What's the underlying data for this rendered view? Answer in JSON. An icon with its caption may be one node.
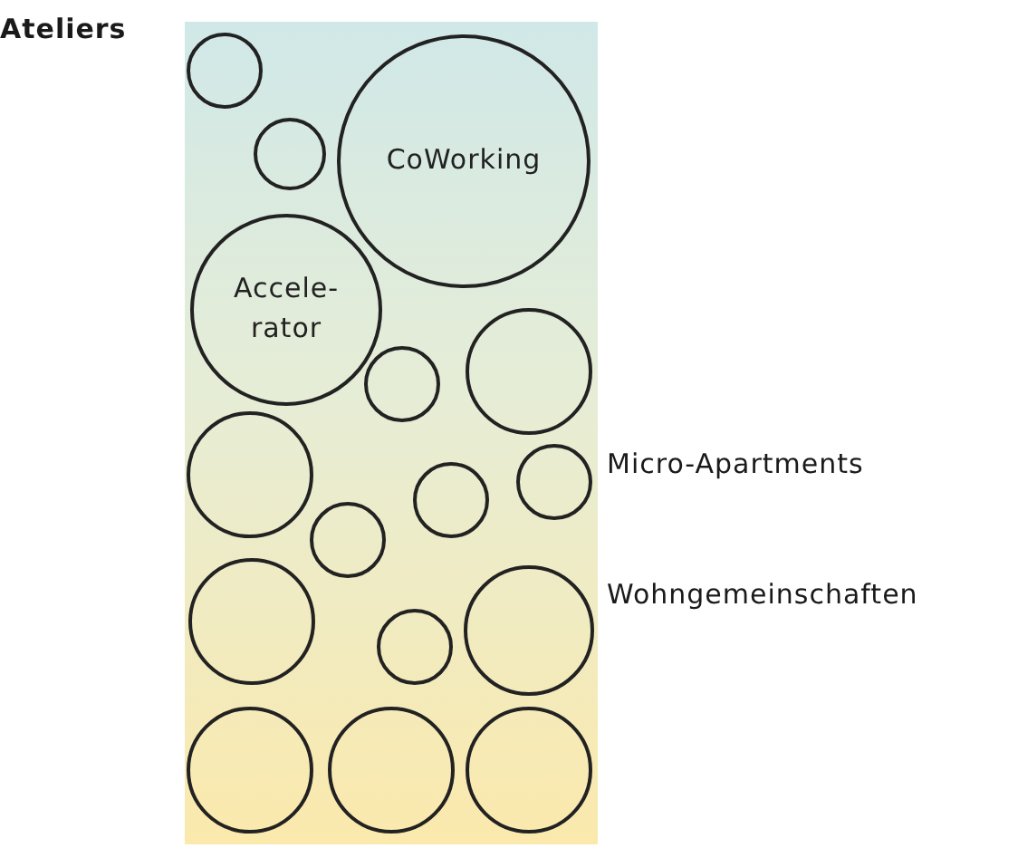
{
  "diagram": {
    "nodes": [
      {
        "text": [],
        "shape": "box"
      },
      {
        "text": [],
        "shape": "circle",
        "in": 0
      },
      {
        "text": [],
        "shape": "circle",
        "in": 0
      },
      {
        "text": [
          "CoWorking"
        ],
        "in": 0
      },
      {
        "text": [
          "Accele- rator"
        ],
        "in": 0
      },
      {
        "text": [],
        "shape": "circle",
        "in": 0
      },
      {
        "text": [],
        "shape": "circle",
        "in": 0
      },
      {
        "text": [],
        "shape": "circle",
        "in": 0
      },
      {
        "text": [],
        "shape": "circle",
        "in": 0
      },
      {
        "text": [],
        "shape": "circle",
        "in": 0
      },
      {
        "text": [],
        "shape": "circle",
        "in": 0
      },
      {
        "text": [],
        "shape": "circle",
        "in": 0
      },
      {
        "text": [],
        "shape": "circle",
        "in": 0
      },
      {
        "text": [],
        "shape": "circle",
        "in": 0
      },
      {
        "text": [],
        "shape": "circle",
        "in": 0
      },
      {
        "text": [],
        "shape": "circle",
        "in": 0
      },
      {
        "text": [],
        "shape": "circle",
        "in": 0
      }
    ],
    "labels": [
      "Ateliers",
      "Micro-Apartments",
      "Wohngemeinschaften"
    ]
  }
}
